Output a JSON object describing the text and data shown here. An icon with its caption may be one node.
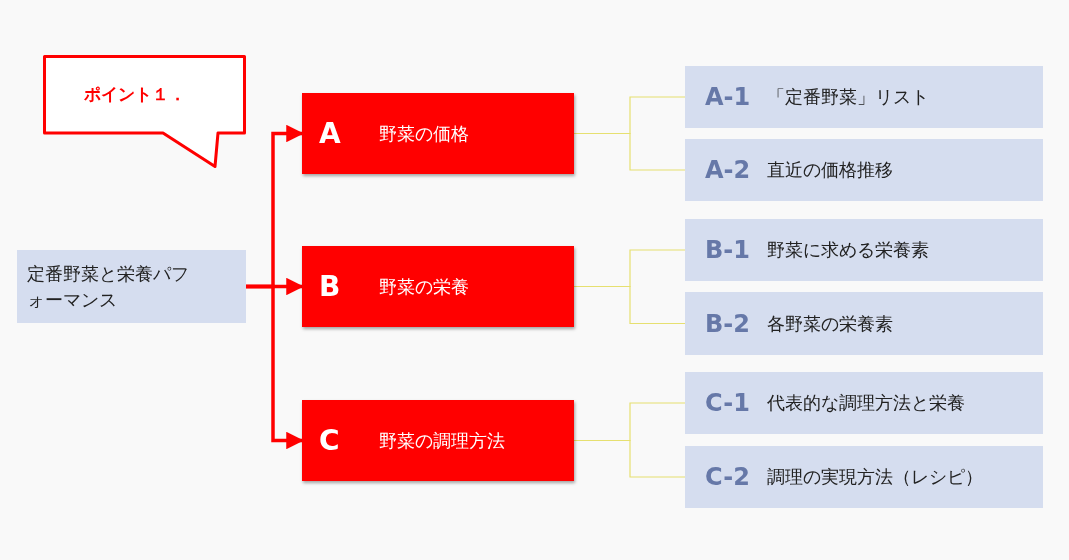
{
  "diagram": {
    "nodes": [
      {
        "text": [
          "ポイント１．"
        ]
      },
      {
        "text": [
          "定番野菜と栄養パフォーマンス"
        ]
      },
      {
        "text": [
          "A",
          "野菜の価格"
        ]
      },
      {
        "text": [
          "B",
          "野菜の栄養"
        ]
      },
      {
        "text": [
          "C",
          "野菜の調理方法"
        ]
      },
      {
        "text": [
          "A-1",
          "「定番野菜」リスト"
        ]
      },
      {
        "text": [
          "A-2",
          "直近の価格推移"
        ]
      },
      {
        "text": [
          "B-1",
          "野菜に求める栄養素"
        ]
      },
      {
        "text": [
          "B-2",
          "各野菜の栄養素"
        ]
      },
      {
        "text": [
          "C-1",
          "代表的な調理方法と栄養"
        ]
      },
      {
        "text": [
          "C-2",
          "調理の実現方法（レシピ）"
        ]
      }
    ],
    "edges": [
      {
        "from": 1,
        "to": 2,
        "arrow": "to",
        "style": "thick",
        "color": "#ff0000"
      },
      {
        "from": 1,
        "to": 3,
        "arrow": "to",
        "style": "thick",
        "color": "#ff0000"
      },
      {
        "from": 1,
        "to": 4,
        "arrow": "to",
        "style": "thick",
        "color": "#ff0000"
      },
      {
        "from": 2,
        "to": 5,
        "arrow": "none"
      },
      {
        "from": 2,
        "to": 6,
        "arrow": "none"
      },
      {
        "from": 3,
        "to": 7,
        "arrow": "none"
      },
      {
        "from": 3,
        "to": 8,
        "arrow": "none"
      },
      {
        "from": 4,
        "to": 9,
        "arrow": "none"
      },
      {
        "from": 4,
        "to": 10,
        "arrow": "none"
      }
    ]
  }
}
